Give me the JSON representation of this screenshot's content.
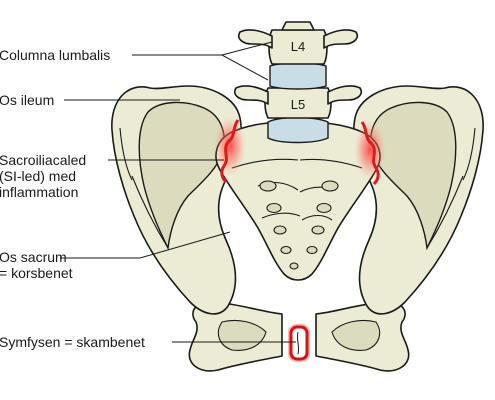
{
  "labels": {
    "columna_lumbalis": "Columna lumbalis",
    "os_ileum": "Os ileum",
    "si_joint_line1": "Sacroiliacaled",
    "si_joint_line2": "(SI-led) med",
    "si_joint_line3": "inflammation",
    "os_sacrum_line1": "Os sacrum",
    "os_sacrum_line2": "= korsbenet",
    "symfysen": "Symfysen = skambenet"
  },
  "vertebrae": {
    "l4": "L4",
    "l5": "L5"
  },
  "colors": {
    "bone": "#ecebd4",
    "bone_shade": "#dcdbbd",
    "disc": "#c9dde6",
    "inflammation": "#e01a1a",
    "outline": "#1a1a1a"
  }
}
